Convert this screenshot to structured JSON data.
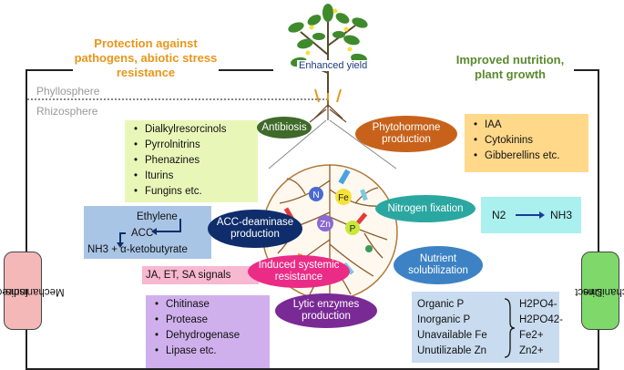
{
  "titles": {
    "protection": [
      "Protection against",
      "pathogens, abiotic stress",
      "resistance"
    ],
    "nutrition": [
      "Improved nutrition,",
      "plant growth"
    ],
    "enhanced_yield": "Enhanced yield",
    "phyllosphere": "Phyllosphere",
    "rhizosphere": "Rhizosphere"
  },
  "side_labels": {
    "indirect": [
      "Indirect",
      "Mechanisms"
    ],
    "direct": [
      "Direct",
      "Mechanisms"
    ]
  },
  "mechanisms": {
    "antibiosis": "Antibiosis",
    "phytohormone": [
      "Phytohormone",
      "production"
    ],
    "acc_deaminase": [
      "ACC-deaminase",
      "production"
    ],
    "nitrogen_fixation": "Nitrogen fixation",
    "induced_resistance": [
      "Induced systemic",
      "resistance"
    ],
    "nutrient_solubilization": [
      "Nutrient",
      "solubilization"
    ],
    "lytic_enzymes": [
      "Lytic enzymes",
      "production"
    ]
  },
  "lists": {
    "antibiotics": [
      "Dialkylresorcinols",
      "Pyrrolnitrins",
      "Phenazines",
      "Iturins",
      "Fungins etc."
    ],
    "hormones": [
      "IAA",
      "Cytokinins",
      "Gibberellins etc."
    ],
    "enzymes": [
      "Chitinase",
      "Protease",
      "Dehydrogenase",
      "Lipase etc."
    ]
  },
  "acc_box": {
    "line1": "Ethylene",
    "line2": "ACC",
    "line3": "NH3 + α-ketobutyrate"
  },
  "nitrogen_box": {
    "from": "N2",
    "to": "NH3"
  },
  "signals": "JA, ET, SA signals",
  "nutrients": {
    "left": [
      "Organic P",
      "Inorganic P",
      "Unavailable Fe",
      "Unutilizable Zn"
    ],
    "right": [
      "H2PO4-",
      "H2PO42-",
      "Fe2+",
      "Zn2+"
    ]
  },
  "root_symbols": {
    "n": "N",
    "fe": "Fe",
    "zn": "Zn",
    "p": "P"
  },
  "colors": {
    "antibiosis": "#3f6a2a",
    "phytohormone": "#c8621b",
    "acc_deaminase": "#0f2d6b",
    "nitrogen_fixation": "#2aa7a0",
    "induced_resistance": "#ea2c86",
    "nutrient_solubilization": "#3d82c4",
    "lytic_enzymes": "#7a2a95",
    "antibiotic_box": "#e8f7b8",
    "hormone_box": "#ffd88a",
    "acc_box": "#a9c5e6",
    "nitrogen_box": "#a9f0ee",
    "signals_box": "#f8b8d0",
    "enzyme_box": "#cfb0ec",
    "nutrient_box": "#c9dcef"
  }
}
